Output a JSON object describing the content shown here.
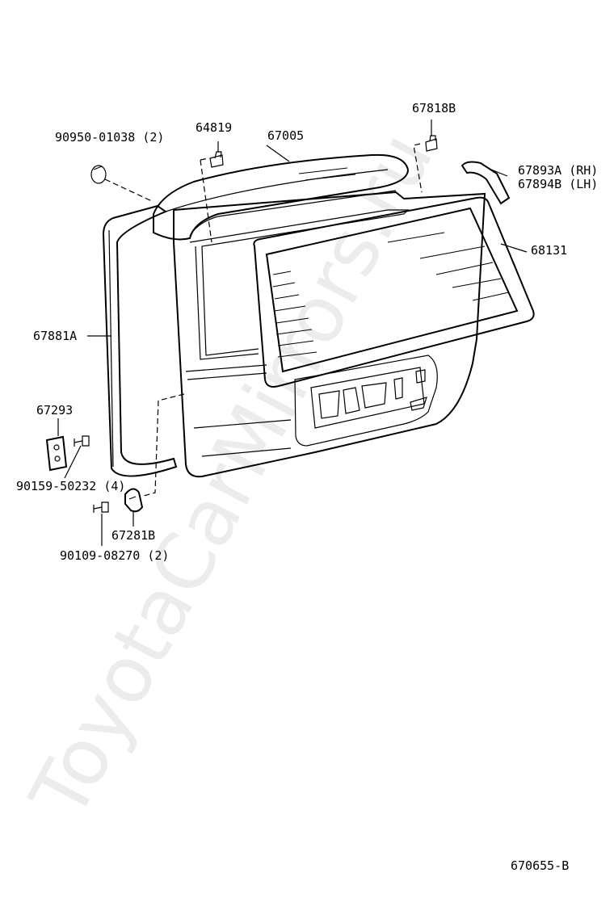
{
  "watermark": "ToyotaCarMirrors.ru",
  "diagram_code": "670655-B",
  "parts": {
    "p90950": "90950-01038 (2)",
    "p64819": "64819",
    "p67005": "67005",
    "p67818B": "67818B",
    "p67893A": "67893A (RH)",
    "p67894B": "67894B (LH)",
    "p68131": "68131",
    "p67881A": "67881A",
    "p67293": "67293",
    "p90159": "90159-50232 (4)",
    "p67281B": "67281B",
    "p90109": "90109-08270 (2)"
  }
}
